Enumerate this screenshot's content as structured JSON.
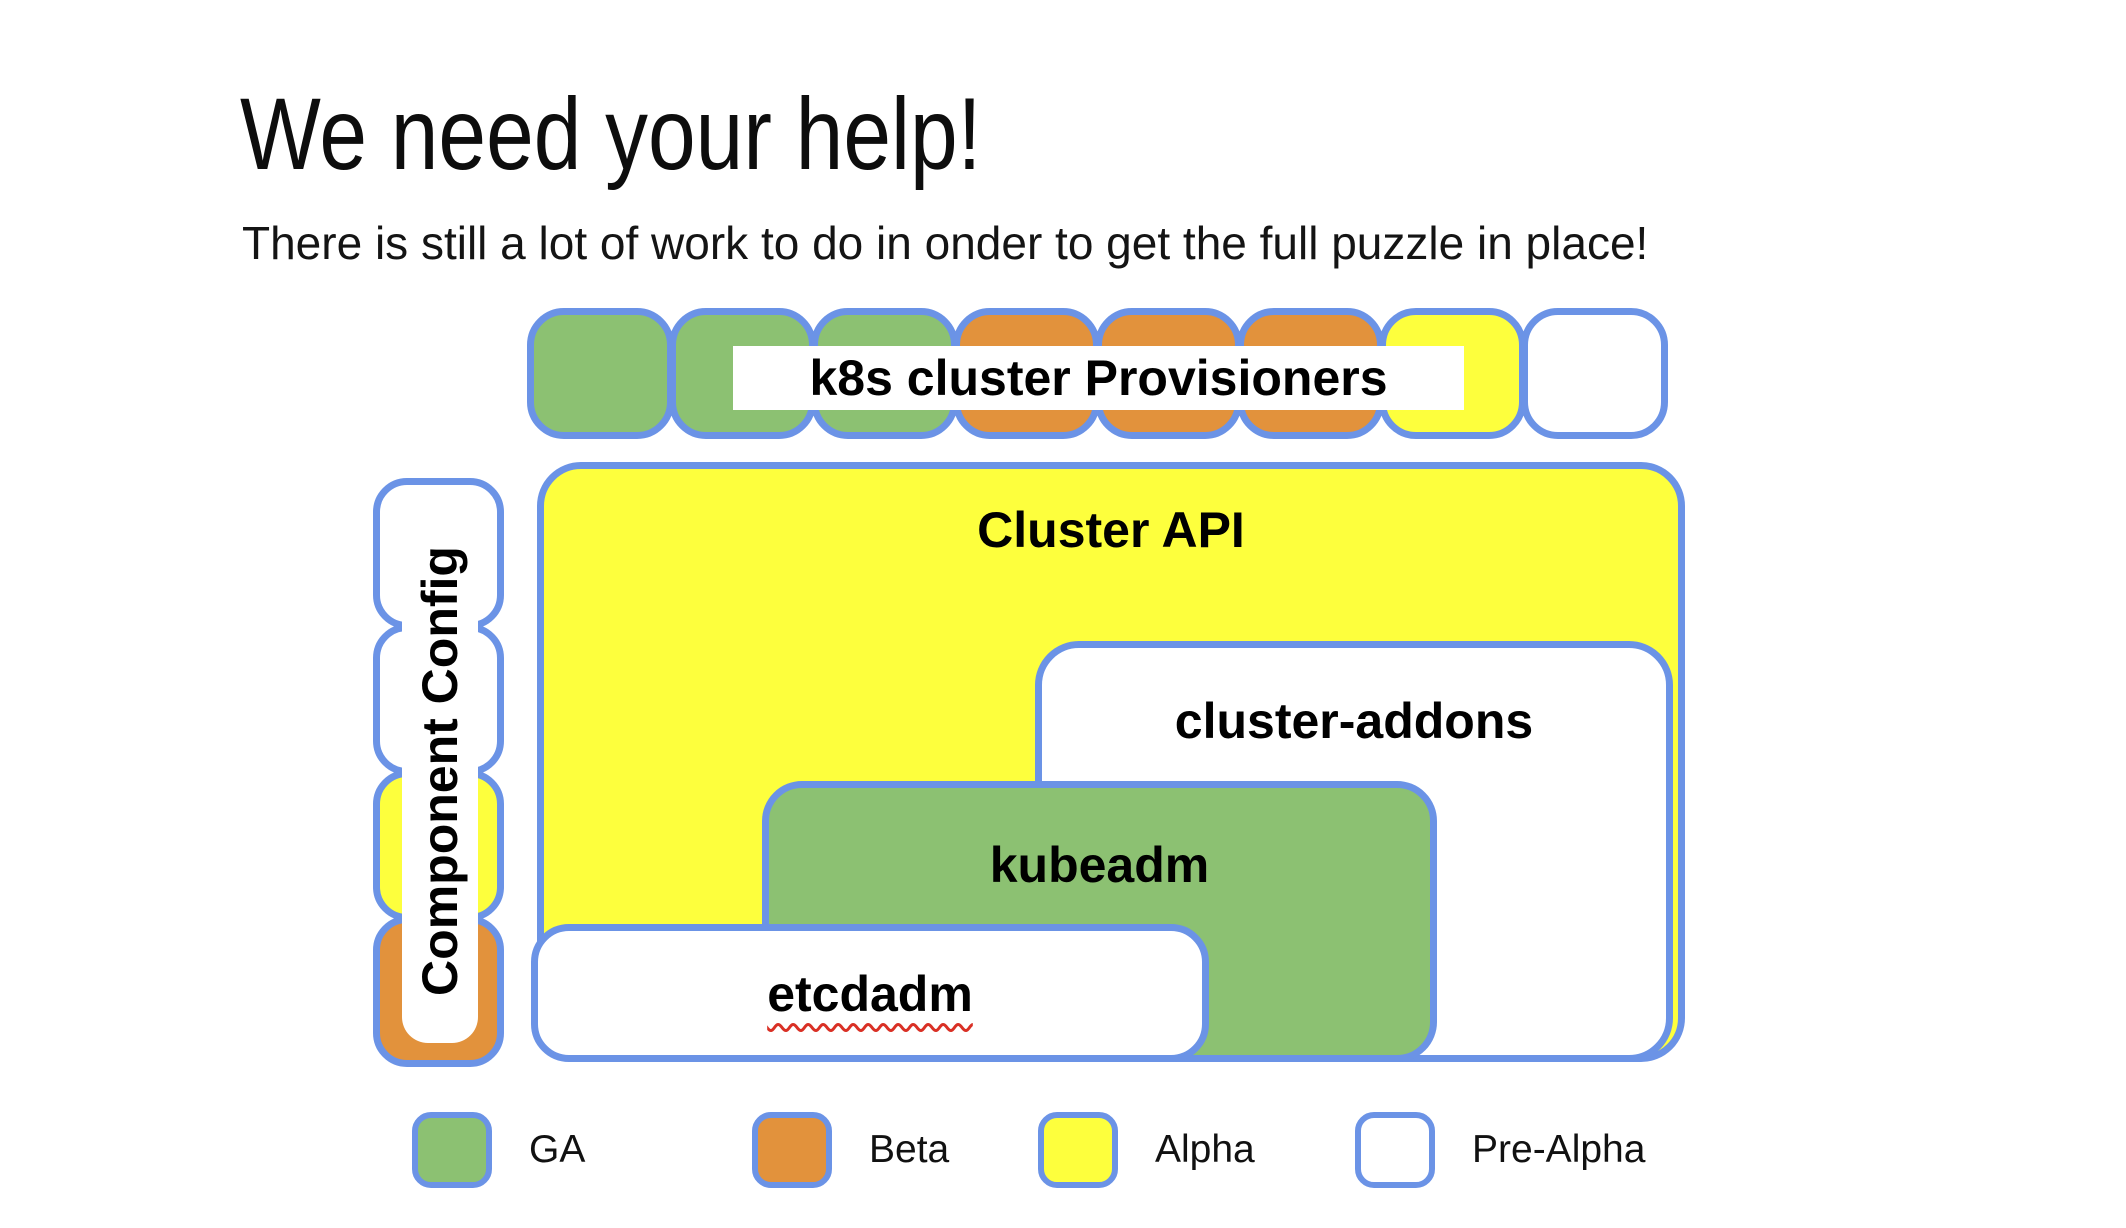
{
  "slide": {
    "title": "We need your help!",
    "subtitle": "There is still a lot of work to do in onder to get the full puzzle in place!"
  },
  "colors": {
    "ga_green": "#8cc172",
    "beta_orange": "#e2923c",
    "alpha_yellow": "#fdff3d",
    "pre_alpha_white": "#ffffff",
    "border_blue": "#6b93e6",
    "spellcheck_red": "#d93025"
  },
  "diagram": {
    "provisioners_row": {
      "label": "k8s cluster Provisioners",
      "pieces": [
        "GA",
        "GA",
        "GA",
        "Beta",
        "Beta",
        "Beta",
        "Alpha",
        "Pre-Alpha"
      ]
    },
    "component_config": {
      "label": "Component Config",
      "pieces": [
        "Pre-Alpha",
        "Pre-Alpha",
        "Alpha",
        "Beta"
      ]
    },
    "boxes": {
      "cluster_api": {
        "label": "Cluster API",
        "status": "Alpha"
      },
      "cluster_addons": {
        "label": "cluster-addons",
        "status": "Pre-Alpha"
      },
      "kubeadm": {
        "label": "kubeadm",
        "status": "GA"
      },
      "etcdadm": {
        "label": "etcdadm",
        "status": "Pre-Alpha",
        "spellcheck_underline": true
      }
    }
  },
  "legend": {
    "items": [
      {
        "label": "GA",
        "status": "GA"
      },
      {
        "label": "Beta",
        "status": "Beta"
      },
      {
        "label": "Alpha",
        "status": "Alpha"
      },
      {
        "label": "Pre-Alpha",
        "status": "Pre-Alpha"
      }
    ]
  }
}
